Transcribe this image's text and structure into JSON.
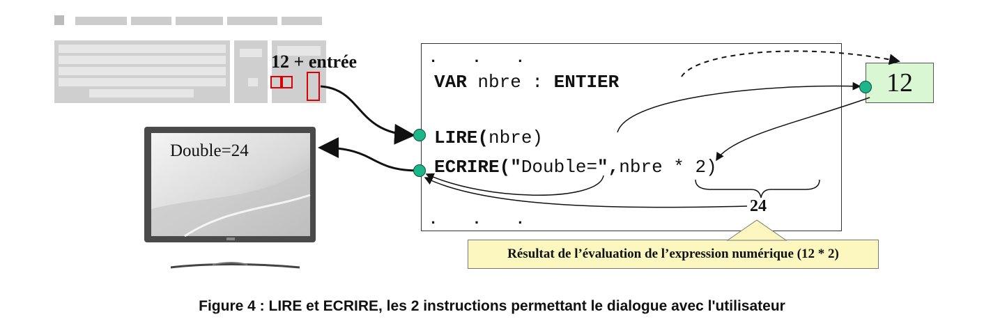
{
  "code": {
    "dots_top": ". . .",
    "line_var": {
      "kw1": "VAR",
      "ident": " nbre : ",
      "kw2": "ENTIER"
    },
    "line_lire": {
      "kw": "LIRE(",
      "arg": "nbre)"
    },
    "line_ecrire": {
      "kw": "ECRIRE(\"",
      "str": "Double=",
      "mid": "\",",
      "expr": "nbre * 2)"
    },
    "dots_bottom": ". . ."
  },
  "variable_box": {
    "value": "12"
  },
  "keyboard_label": "12 + entrée",
  "screen_text": "Double=24",
  "result_value": "24",
  "callout_text": "Résultat de l’évaluation de l’expression numérique  (12 * 2)",
  "caption": "Figure 4 : LIRE et ECRIRE,  les 2 instructions permettant le dialogue avec l'utilisateur",
  "colors": {
    "dot_fill": "#1db58a",
    "variable_box_fill": "#d9f7d3",
    "callout_fill": "#fbf7bf",
    "key_highlight": "#dd0000"
  }
}
